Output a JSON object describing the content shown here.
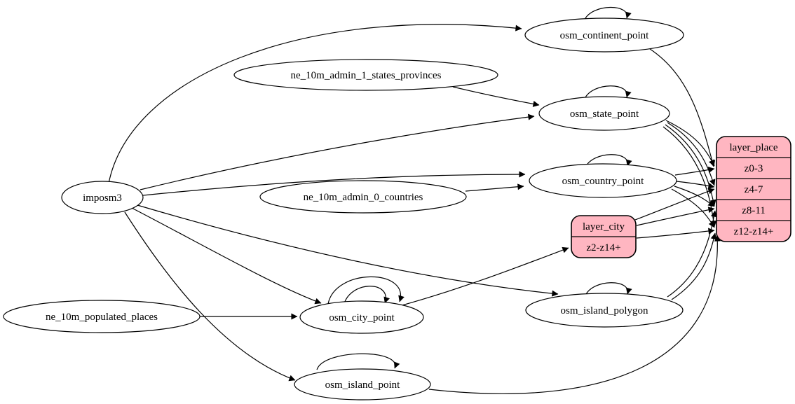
{
  "diagram": {
    "type": "etl-dependency-graph",
    "background": "#ffffff",
    "node_fill": "#ffffff",
    "node_stroke": "#000000",
    "record_fill": "#ffb6c1",
    "nodes": {
      "imposm3": {
        "label": "imposm3"
      },
      "ne_10m_admin_1_states_provinces": {
        "label": "ne_10m_admin_1_states_provinces"
      },
      "ne_10m_admin_0_countries": {
        "label": "ne_10m_admin_0_countries"
      },
      "ne_10m_populated_places": {
        "label": "ne_10m_populated_places"
      },
      "osm_continent_point": {
        "label": "osm_continent_point"
      },
      "osm_state_point": {
        "label": "osm_state_point"
      },
      "osm_country_point": {
        "label": "osm_country_point"
      },
      "osm_city_point": {
        "label": "osm_city_point"
      },
      "osm_island_polygon": {
        "label": "osm_island_polygon"
      },
      "osm_island_point": {
        "label": "osm_island_point"
      }
    },
    "records": {
      "layer_place": {
        "title": "layer_place",
        "rows": [
          "z0-3",
          "z4-7",
          "z8-11",
          "z12-z14+"
        ]
      },
      "layer_city": {
        "title": "layer_city",
        "rows": [
          "z2-z14+"
        ]
      }
    },
    "edges": [
      {
        "from": "imposm3",
        "to": "osm_continent_point"
      },
      {
        "from": "imposm3",
        "to": "osm_state_point"
      },
      {
        "from": "imposm3",
        "to": "osm_country_point"
      },
      {
        "from": "imposm3",
        "to": "osm_city_point"
      },
      {
        "from": "imposm3",
        "to": "osm_island_polygon"
      },
      {
        "from": "imposm3",
        "to": "osm_island_point"
      },
      {
        "from": "ne_10m_admin_1_states_provinces",
        "to": "osm_state_point"
      },
      {
        "from": "ne_10m_admin_0_countries",
        "to": "osm_country_point"
      },
      {
        "from": "ne_10m_populated_places",
        "to": "osm_city_point"
      },
      {
        "from": "osm_continent_point",
        "to": "osm_continent_point"
      },
      {
        "from": "osm_state_point",
        "to": "osm_state_point"
      },
      {
        "from": "osm_country_point",
        "to": "osm_country_point"
      },
      {
        "from": "osm_city_point",
        "to": "osm_city_point"
      },
      {
        "from": "osm_city_point",
        "to": "osm_city_point"
      },
      {
        "from": "osm_island_polygon",
        "to": "osm_island_polygon"
      },
      {
        "from": "osm_island_point",
        "to": "osm_island_point"
      },
      {
        "from": "osm_continent_point",
        "to": "layer_place:z0-3"
      },
      {
        "from": "osm_state_point",
        "to": "layer_place:z0-3"
      },
      {
        "from": "osm_state_point",
        "to": "layer_place:z4-7"
      },
      {
        "from": "osm_state_point",
        "to": "layer_place:z8-11"
      },
      {
        "from": "osm_state_point",
        "to": "layer_place:z12-z14+"
      },
      {
        "from": "osm_country_point",
        "to": "layer_place:z0-3"
      },
      {
        "from": "osm_country_point",
        "to": "layer_place:z4-7"
      },
      {
        "from": "osm_country_point",
        "to": "layer_place:z8-11"
      },
      {
        "from": "osm_country_point",
        "to": "layer_place:z12-z14+"
      },
      {
        "from": "osm_city_point",
        "to": "layer_city:z2-z14+"
      },
      {
        "from": "layer_city",
        "to": "layer_place:z4-7"
      },
      {
        "from": "layer_city",
        "to": "layer_place:z8-11"
      },
      {
        "from": "layer_city",
        "to": "layer_place:z12-z14+"
      },
      {
        "from": "osm_island_polygon",
        "to": "layer_place:z8-11"
      },
      {
        "from": "osm_island_polygon",
        "to": "layer_place:z12-z14+"
      },
      {
        "from": "osm_island_point",
        "to": "layer_place:z12-z14+"
      }
    ]
  }
}
